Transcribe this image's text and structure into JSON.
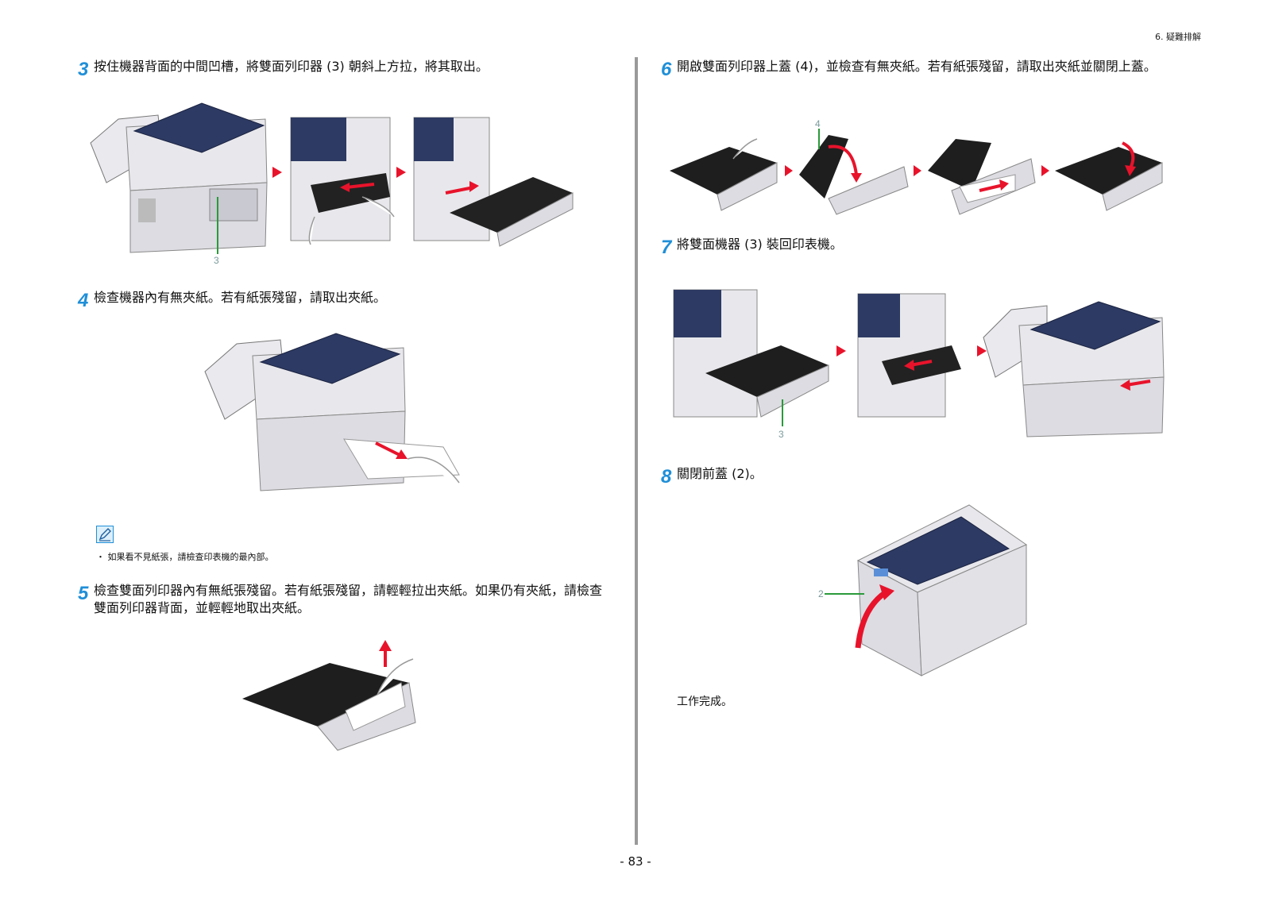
{
  "header": {
    "section": "6. 疑難排解"
  },
  "left": {
    "step3": {
      "number": "3",
      "text": "按住機器背面的中間凹槽，將雙面列印器 (3) 朝斜上方拉，將其取出。",
      "callout": "3"
    },
    "step4": {
      "number": "4",
      "text": "檢查機器內有無夾紙。若有紙張殘留，請取出夾紙。"
    },
    "note": {
      "text": "・ 如果看不見紙張，請檢查印表機的最內部。"
    },
    "step5": {
      "number": "5",
      "text": "檢查雙面列印器內有無紙張殘留。若有紙張殘留，請輕輕拉出夾紙。如果仍有夾紙，請檢查雙面列印器背面，並輕輕地取出夾紙。"
    }
  },
  "right": {
    "step6": {
      "number": "6",
      "text": "開啟雙面列印器上蓋 (4)，並檢查有無夾紙。若有紙張殘留，請取出夾紙並關閉上蓋。",
      "callout": "4"
    },
    "step7": {
      "number": "7",
      "text": "將雙面機器 (3) 裝回印表機。",
      "callout": "3"
    },
    "step8": {
      "number": "8",
      "text": "關閉前蓋 (2)。",
      "callout": "2"
    },
    "done": "工作完成。"
  },
  "footer": {
    "page": "- 83 -"
  },
  "colors": {
    "accent": "#1f8fd8",
    "arrow": "#e8132b",
    "printer_top": "#2d3a63",
    "callout": "#2a9a3a"
  }
}
